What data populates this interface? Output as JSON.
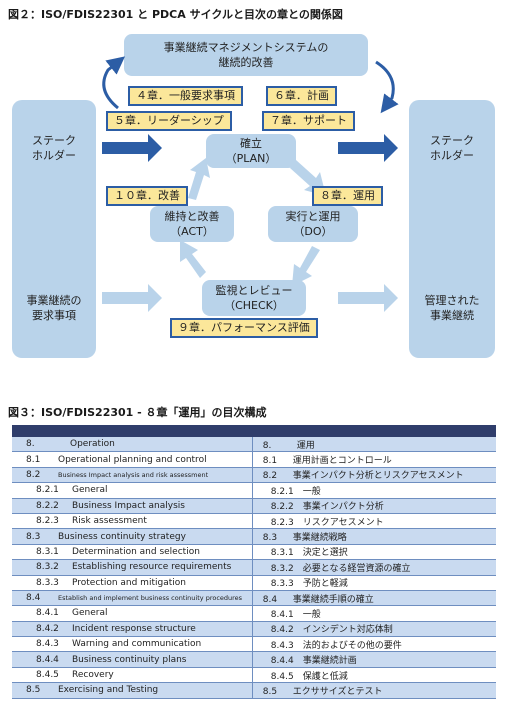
{
  "figure2": {
    "title": "図２：ISO/FDIS22301 と PDCA サイクルと目次の章との関係図",
    "top_box": "事業継続マネジメントシステムの\n継続的改善",
    "plan": "確立\n（PLAN）",
    "do": "実行と運用\n（DO）",
    "check": "監視とレビュー\n（CHECK）",
    "act": "維持と改善\n（ACT）",
    "left_top": "ステーク\nホルダー",
    "left_bottom": "事業継続の\n要求事項",
    "right_top": "ステーク\nホルダー",
    "right_bottom": "管理された\n事業継続",
    "chapters": {
      "ch4": "４章．一般要求事項",
      "ch5": "５章．リーダーシップ",
      "ch6": "６章．計画",
      "ch7": "７章．サポート",
      "ch8": "８章．運用",
      "ch9": "９章．パフォーマンス評価",
      "ch10": "１０章．改善"
    },
    "colors": {
      "box": "#b9d3ea",
      "chapter_fill": "#fbe79a",
      "chapter_border": "#2c5da5",
      "arrow": "#2c5da5"
    }
  },
  "figure3": {
    "title": "図３：ISO/FDIS22301 - ８章「運用」の目次構成",
    "rows": [
      {
        "level": 0,
        "en_num": "8.",
        "en": "Operation",
        "ja_num": "8.",
        "ja": "運用"
      },
      {
        "level": 1,
        "en_num": "8.1",
        "en": "Operational planning and control",
        "ja_num": "8.1",
        "ja": "運用計画とコントロール"
      },
      {
        "level": 1,
        "en_num": "8.2",
        "en": "Business Impact analysis and risk assessment",
        "en_small": true,
        "ja_num": "8.2",
        "ja": "事業インパクト分析とリスクアセスメント"
      },
      {
        "level": 2,
        "en_num": "8.2.1",
        "en": "General",
        "ja_num": "8.2.1",
        "ja": "一般"
      },
      {
        "level": 2,
        "en_num": "8.2.2",
        "en": "Business Impact analysis",
        "ja_num": "8.2.2",
        "ja": "事業インパクト分析"
      },
      {
        "level": 2,
        "en_num": "8.2.3",
        "en": "Risk assessment",
        "ja_num": "8.2.3",
        "ja": "リスクアセスメント"
      },
      {
        "level": 1,
        "en_num": "8.3",
        "en": "Business continuity strategy",
        "ja_num": "8.3",
        "ja": "事業継続戦略"
      },
      {
        "level": 2,
        "en_num": "8.3.1",
        "en": "Determination and selection",
        "ja_num": "8.3.1",
        "ja": "決定と選択"
      },
      {
        "level": 2,
        "en_num": "8.3.2",
        "en": "Establishing resource requirements",
        "ja_num": "8.3.2",
        "ja": "必要となる経営資源の確立"
      },
      {
        "level": 2,
        "en_num": "8.3.3",
        "en": "Protection and mitigation",
        "ja_num": "8.3.3",
        "ja": "予防と軽減"
      },
      {
        "level": 1,
        "en_num": "8.4",
        "en": "Establish and implement business continuity procedures",
        "en_small": true,
        "ja_num": "8.4",
        "ja": "事業継続手順の確立"
      },
      {
        "level": 2,
        "en_num": "8.4.1",
        "en": "General",
        "ja_num": "8.4.1",
        "ja": "一般"
      },
      {
        "level": 2,
        "en_num": "8.4.2",
        "en": "Incident response structure",
        "ja_num": "8.4.2",
        "ja": "インシデント対応体制"
      },
      {
        "level": 2,
        "en_num": "8.4.3",
        "en": "Warning and communication",
        "ja_num": "8.4.3",
        "ja": "法的およびその他の要件"
      },
      {
        "level": 2,
        "en_num": "8.4.4",
        "en": "Business continuity plans",
        "ja_num": "8.4.4",
        "ja": "事業継続計画"
      },
      {
        "level": 2,
        "en_num": "8.4.5",
        "en": "Recovery",
        "ja_num": "8.4.5",
        "ja": "保護と低減"
      },
      {
        "level": 1,
        "en_num": "8.5",
        "en": "Exercising and Testing",
        "ja_num": "8.5",
        "ja": "エクササイズとテスト"
      }
    ],
    "colors": {
      "header": "#2f3d6b",
      "stripe": "#c9daf0",
      "border": "#6e8ec0"
    }
  }
}
